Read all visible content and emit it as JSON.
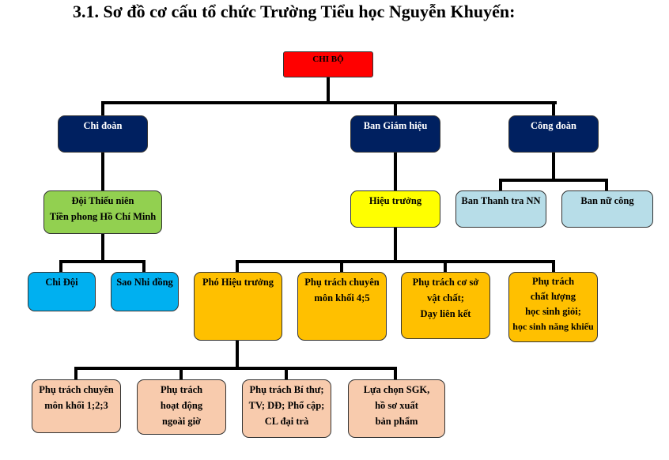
{
  "title": "3.1. Sơ đồ cơ cấu tổ chức Trường Tiểu học Nguyễn Khuyến:",
  "nodes": {
    "chi_bo": "CHI BỘ",
    "chi_doan": "Chi đoàn",
    "ban_giam_hieu": "Ban Giám hiệu",
    "cong_doan": "Công đoàn",
    "doi_thieu_nien": [
      "Đội Thiếu niên",
      "Tiền phong Hồ Chí Minh"
    ],
    "hieu_truong": "Hiệu trưởng",
    "ban_thanh_tra": "Ban Thanh tra NN",
    "ban_nu_cong": "Ban nữ công",
    "chi_doi": "Chi Đội",
    "sao_nhi_dong": "Sao Nhi đồng",
    "pho_hieu_truong": "Phó Hiệu trưởng",
    "pt_chuyen_mon_45": [
      "Phụ trách chuyên",
      "môn khối 4;5"
    ],
    "pt_co_so": [
      "Phụ trách cơ sở",
      "vật chất;",
      "Dạy liên kết"
    ],
    "pt_chat_luong": [
      "Phụ trách",
      "chất lượng",
      "học sinh giỏi;",
      "học sinh năng khiếu"
    ],
    "pt_chuyen_mon_123": [
      "Phụ trách chuyên",
      "môn khối 1;2;3"
    ],
    "pt_hoat_dong": [
      "Phụ trách",
      "hoạt động",
      "ngoài giờ"
    ],
    "pt_bi_thu": [
      "Phụ trách Bí thư;",
      "TV; DĐ; Phổ cập;",
      "CL đại trà"
    ],
    "lua_chon_sgk": [
      "Lựa chọn SGK,",
      "hồ sơ xuất",
      "bản phẩm"
    ]
  },
  "colors": {
    "red": "#FF0000",
    "navy": "#002060",
    "green": "#92D050",
    "yellow": "#FFFF00",
    "lightblue": "#B7DDE8",
    "cyan": "#00B0F0",
    "orange": "#FFC000",
    "peach": "#F8CBAD"
  }
}
